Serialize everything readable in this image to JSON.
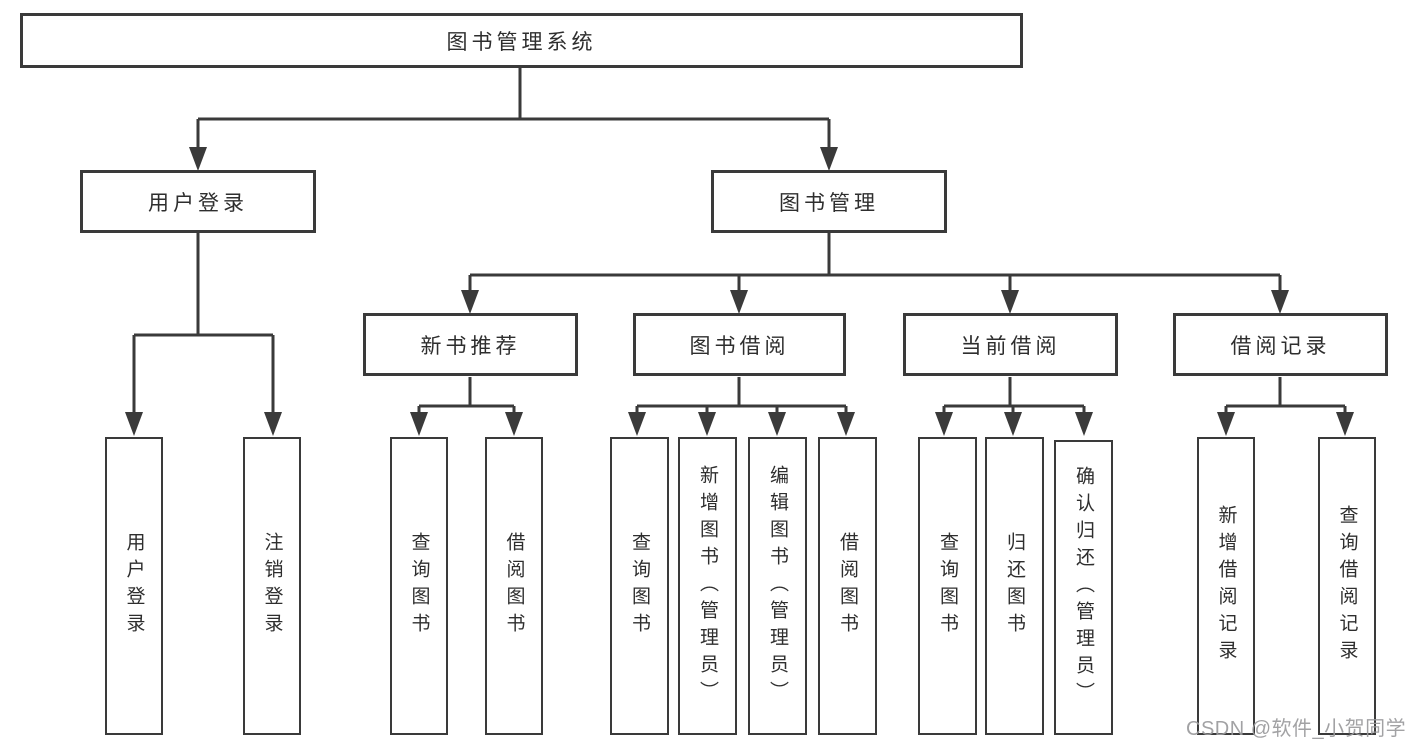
{
  "diagram": {
    "title": "图书管理系统",
    "root": {
      "label": "图书管理系统"
    },
    "level2": [
      {
        "label": "用户登录"
      },
      {
        "label": "图书管理"
      }
    ],
    "level3": [
      {
        "label": "新书推荐"
      },
      {
        "label": "图书借阅"
      },
      {
        "label": "当前借阅"
      },
      {
        "label": "借阅记录"
      }
    ],
    "leaves": [
      {
        "label": "用户登录",
        "parent": "用户登录"
      },
      {
        "label": "注销登录",
        "parent": "用户登录"
      },
      {
        "label": "查询图书",
        "parent": "新书推荐"
      },
      {
        "label": "借阅图书",
        "parent": "新书推荐"
      },
      {
        "label": "查询图书",
        "parent": "图书借阅"
      },
      {
        "label": "新增图书（管理员）",
        "parent": "图书借阅"
      },
      {
        "label": "编辑图书（管理员）",
        "parent": "图书借阅"
      },
      {
        "label": "借阅图书",
        "parent": "图书借阅"
      },
      {
        "label": "查询图书",
        "parent": "当前借阅"
      },
      {
        "label": "归还图书",
        "parent": "当前借阅"
      },
      {
        "label": "确认归还（管理员）",
        "parent": "当前借阅"
      },
      {
        "label": "新增借阅记录",
        "parent": "借阅记录"
      },
      {
        "label": "查询借阅记录",
        "parent": "借阅记录"
      }
    ]
  },
  "watermark": {
    "text": "CSDN @软件_小贺同学"
  },
  "colors": {
    "line": "#3a3a3a",
    "text": "#2e2e2e",
    "watermark": "#9b9b9d",
    "background": "#ffffff"
  }
}
